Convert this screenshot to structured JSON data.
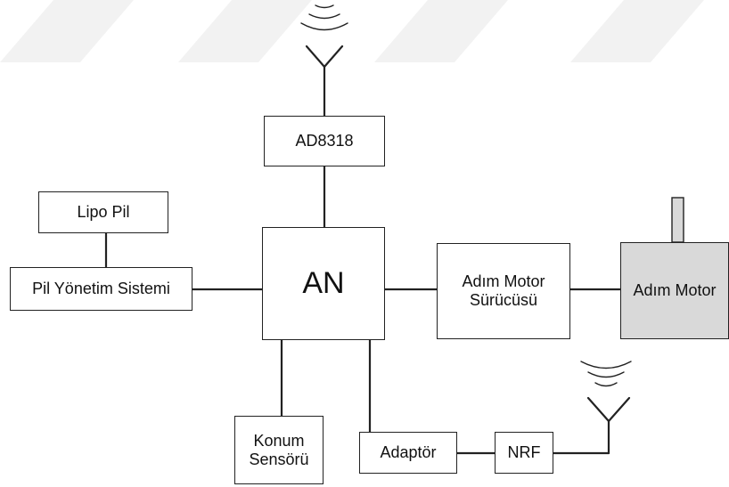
{
  "blocks": {
    "ad8318": "AD8318",
    "lipo": "Lipo Pil",
    "pil_yonetim": "Pil Yönetim Sistemi",
    "an": "AN",
    "driver_line1": "Adım Motor",
    "driver_line2": "Sürücüsü",
    "motor": "Adım Motor",
    "konum_line1": "Konum",
    "konum_line2": "Sensörü",
    "adaptor": "Adaptör",
    "nrf": "NRF"
  },
  "colors": {
    "line": "#222222",
    "box_fill": "#ffffff",
    "motor_fill": "#d9d9d9",
    "watermark": "#f2f2f2"
  },
  "icons": [
    "antenna-icon",
    "wireless-signal-icon",
    "motor-shaft-icon"
  ]
}
